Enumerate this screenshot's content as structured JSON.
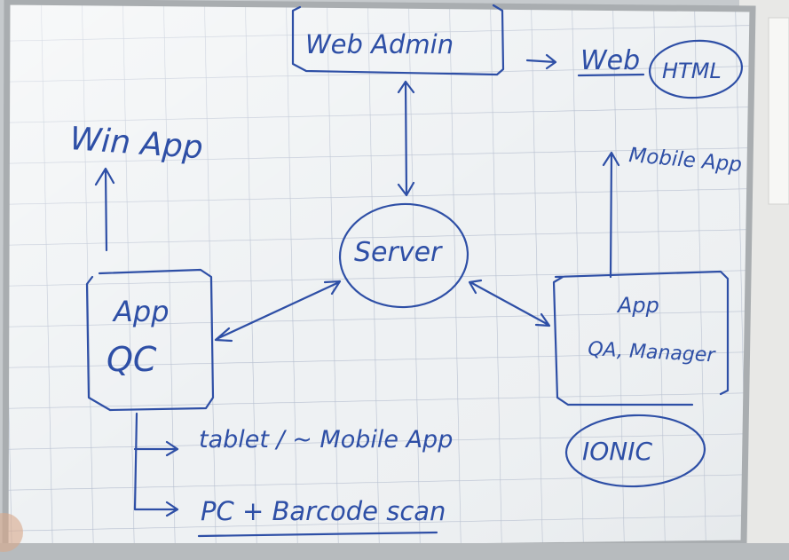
{
  "board": {
    "ink_color": "#2e4fa6",
    "background": "#eef1f3",
    "grid_color": "#b3bccd",
    "frame_color": "#a9adb0"
  },
  "labels": {
    "web_admin": "Web Admin",
    "web": "Web",
    "html": "HTML",
    "win_app": "Win App",
    "mobile_app": "Mobile App",
    "server": "Server",
    "app_qc_line1": "App",
    "app_qc_line2": "QC",
    "app_qa_line1": "App",
    "app_qa_line2": "QA, Manager",
    "tablet": "tablet / ~ Mobile App",
    "pc": "PC + Barcode scan",
    "ionic": "IONIC"
  }
}
